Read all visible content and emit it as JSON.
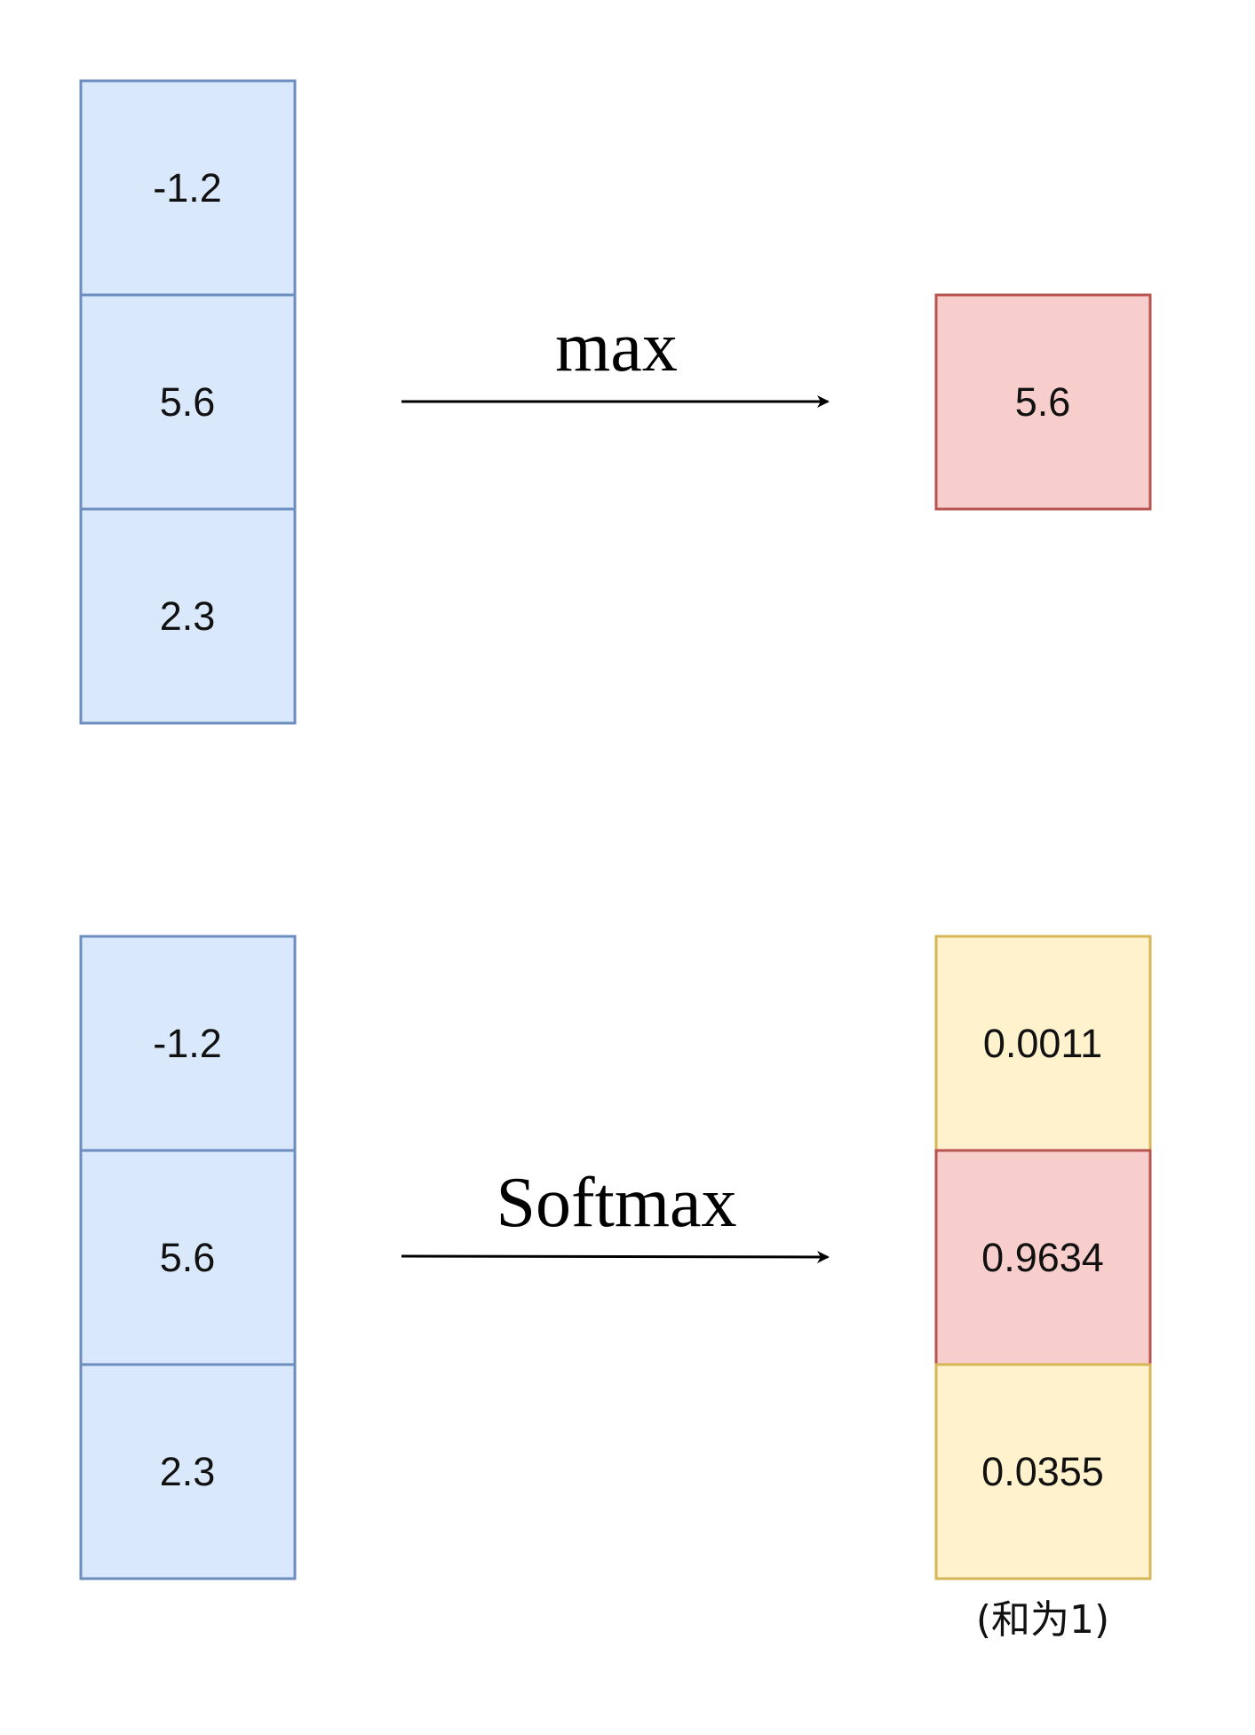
{
  "colors": {
    "blue_fill": "#dae8fc",
    "blue_stroke": "#6c8ebf",
    "red_fill": "#f8cecc",
    "red_stroke": "#b85450",
    "yellow_fill": "#fff2cc",
    "yellow_stroke": "#d6b656",
    "arrow": "#000000"
  },
  "top": {
    "input": [
      "-1.2",
      "5.6",
      "2.3"
    ],
    "operation": "max",
    "output": [
      "5.6"
    ]
  },
  "bottom": {
    "input": [
      "-1.2",
      "5.6",
      "2.3"
    ],
    "operation": "Softmax",
    "output": [
      "0.0011",
      "0.9634",
      "0.0355"
    ],
    "output_highlight_index": 1,
    "note": "(和为1)"
  }
}
